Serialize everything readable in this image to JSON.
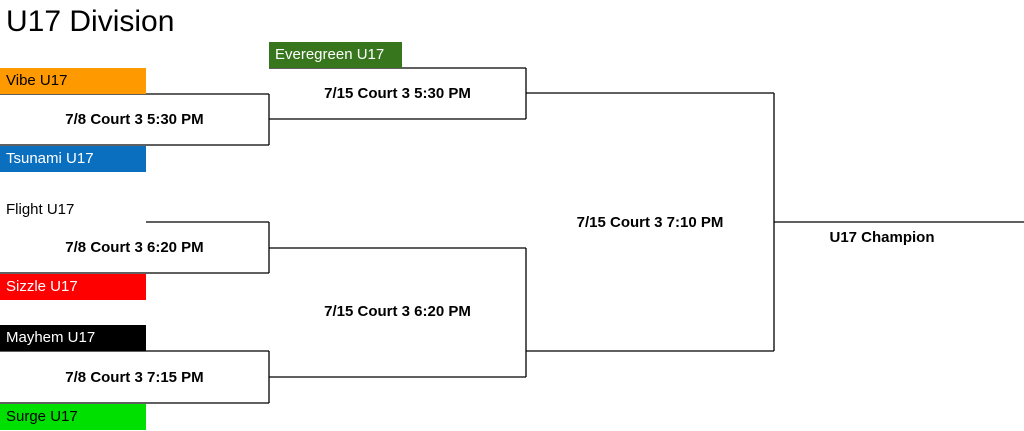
{
  "title": "U17 Division",
  "teams": {
    "everegreen": {
      "label": "Everegreen U17",
      "color": "#38761d"
    },
    "vibe": {
      "label": "Vibe U17",
      "color": "#ff9900"
    },
    "tsunami": {
      "label": "Tsunami U17",
      "color": "#0b6fc0"
    },
    "flight": {
      "label": "Flight U17",
      "color": "#ffffff"
    },
    "sizzle": {
      "label": "Sizzle U17",
      "color": "#ff0000"
    },
    "mayhem": {
      "label": "Mayhem U17",
      "color": "#000000"
    },
    "surge": {
      "label": "Surge U17",
      "color": "#00e000"
    }
  },
  "games": {
    "r1_g1": "7/8 Court 3 5:30 PM",
    "r1_g2": "7/8 Court 3 6:20 PM",
    "r1_g3": "7/8 Court 3 7:15 PM",
    "r2_g1": "7/15 Court 3 5:30 PM",
    "r2_g2": "7/15 Court 3 6:20 PM",
    "final": "7/15 Court 3 7:10 PM",
    "champion": "U17 Champion"
  }
}
